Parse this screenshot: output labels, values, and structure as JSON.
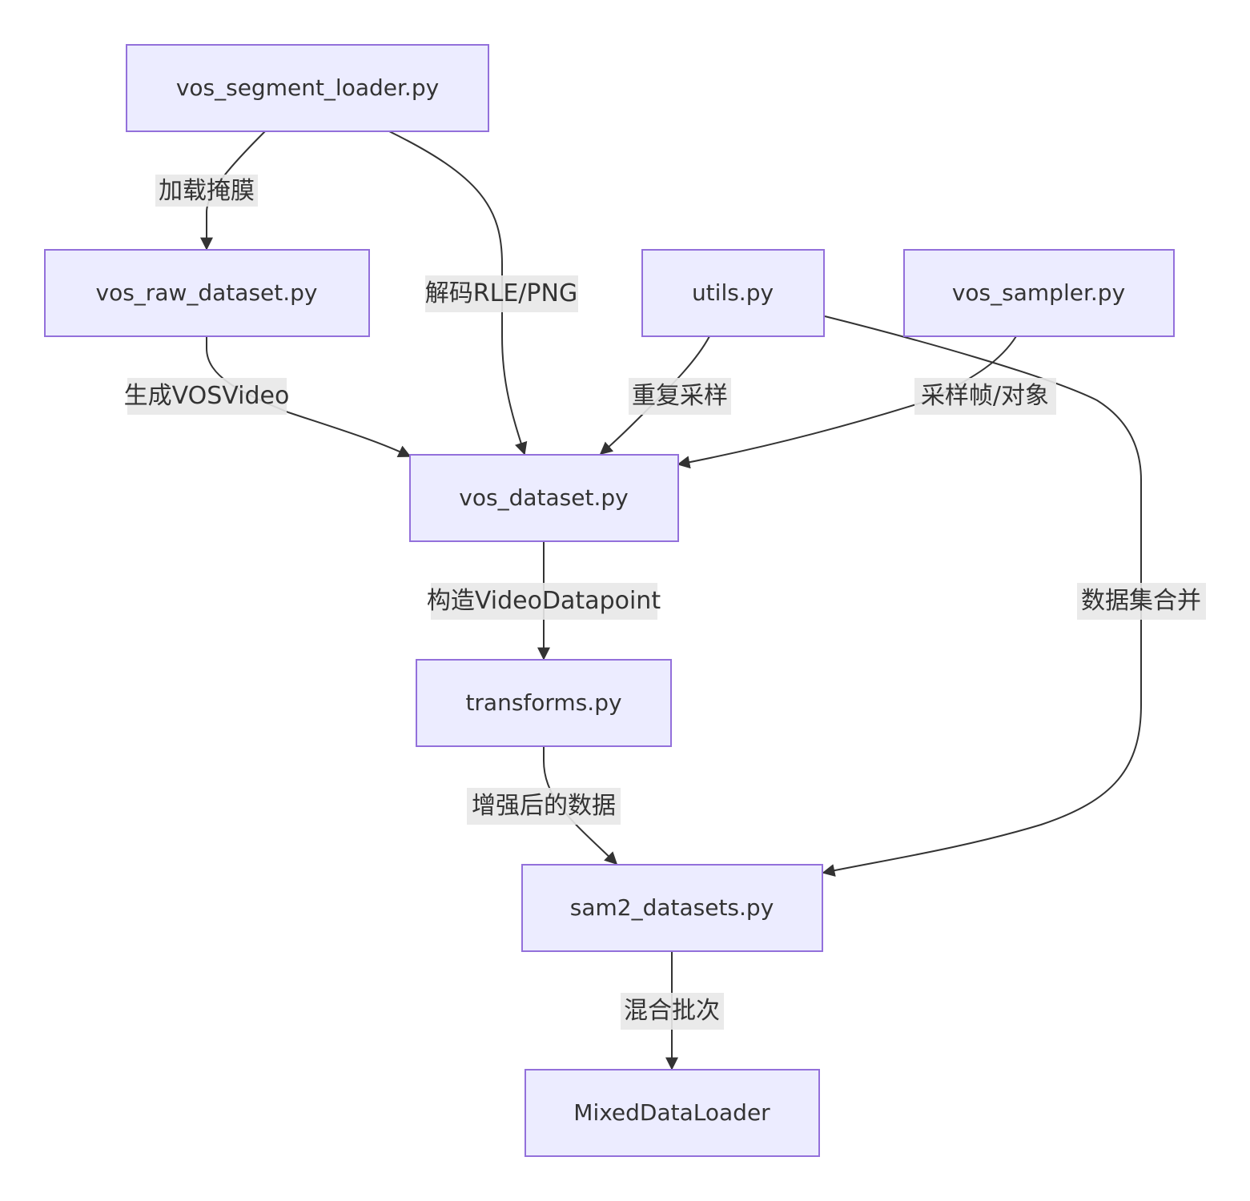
{
  "nodes": [
    {
      "id": "n1",
      "label": "vos_segment_loader.py"
    },
    {
      "id": "n2",
      "label": "vos_raw_dataset.py"
    },
    {
      "id": "n3",
      "label": "utils.py"
    },
    {
      "id": "n4",
      "label": "vos_sampler.py"
    },
    {
      "id": "n5",
      "label": "vos_dataset.py"
    },
    {
      "id": "n6",
      "label": "transforms.py"
    },
    {
      "id": "n7",
      "label": "sam2_datasets.py"
    },
    {
      "id": "n8",
      "label": "MixedDataLoader"
    }
  ],
  "edges": [
    {
      "from": "vos_segment_loader.py",
      "to": "vos_raw_dataset.py",
      "label": "加载掩膜"
    },
    {
      "from": "vos_segment_loader.py",
      "to": "vos_dataset.py",
      "label": "解码RLE/PNG"
    },
    {
      "from": "vos_raw_dataset.py",
      "to": "vos_dataset.py",
      "label": "生成VOSVideo"
    },
    {
      "from": "utils.py",
      "to": "vos_dataset.py",
      "label": "重复采样"
    },
    {
      "from": "vos_sampler.py",
      "to": "vos_dataset.py",
      "label": "采样帧/对象"
    },
    {
      "from": "utils.py",
      "to": "sam2_datasets.py",
      "label": "数据集合并"
    },
    {
      "from": "vos_dataset.py",
      "to": "transforms.py",
      "label": "构造VideoDatapoint"
    },
    {
      "from": "transforms.py",
      "to": "sam2_datasets.py",
      "label": "增强后的数据"
    },
    {
      "from": "sam2_datasets.py",
      "to": "MixedDataLoader",
      "label": "混合批次"
    }
  ],
  "colors": {
    "node_fill": "#ececff",
    "node_stroke": "#9370db",
    "edge": "#333333",
    "label_bg": "#e8e8e8",
    "text": "#333333"
  }
}
